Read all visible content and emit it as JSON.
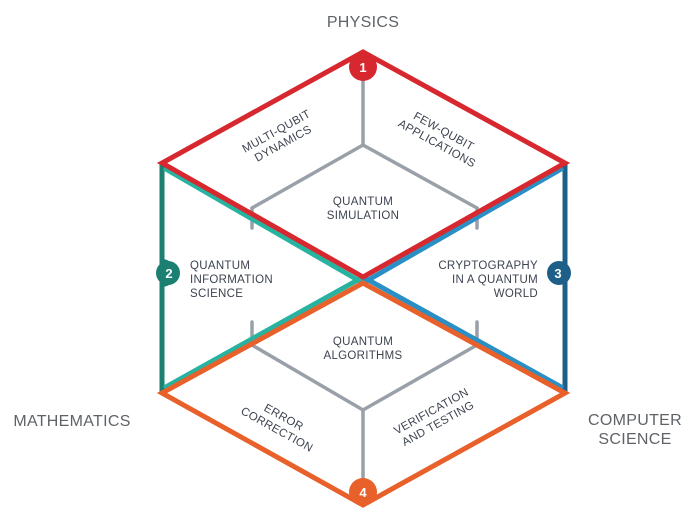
{
  "corners": {
    "top": "PHYSICS",
    "left": "MATHEMATICS",
    "right_line1": "COMPUTER",
    "right_line2": "SCIENCE"
  },
  "badges": [
    {
      "number": "1",
      "color": "#d7282f"
    },
    {
      "number": "2",
      "color": "#1b7f72"
    },
    {
      "number": "3",
      "color": "#1e5f8a"
    },
    {
      "number": "4",
      "color": "#e8602a"
    }
  ],
  "regions": {
    "multi_qubit": [
      "MULTI-QUBIT",
      "DYNAMICS"
    ],
    "few_qubit": [
      "FEW-QUBIT",
      "APPLICATIONS"
    ],
    "quantum_simulation": [
      "QUANTUM",
      "SIMULATION"
    ],
    "quantum_information": [
      "QUANTUM",
      "INFORMATION",
      "SCIENCE"
    ],
    "cryptography": [
      "CRYPTOGRAPHY",
      "IN A QUANTUM",
      "WORLD"
    ],
    "quantum_algorithms": [
      "QUANTUM",
      "ALGORITHMS"
    ],
    "error_correction": [
      "ERROR",
      "CORRECTION"
    ],
    "verification": [
      "VERIFICATION",
      "AND TESTING"
    ]
  },
  "colors": {
    "physics": "#d7282f",
    "mathematics": "#1b7f72",
    "mathematics_light": "#27b3a0",
    "computer_science": "#1e5f8a",
    "computer_science_light": "#2a8fc4",
    "algorithms": "#e8602a",
    "inner": "#9aa0a8"
  }
}
